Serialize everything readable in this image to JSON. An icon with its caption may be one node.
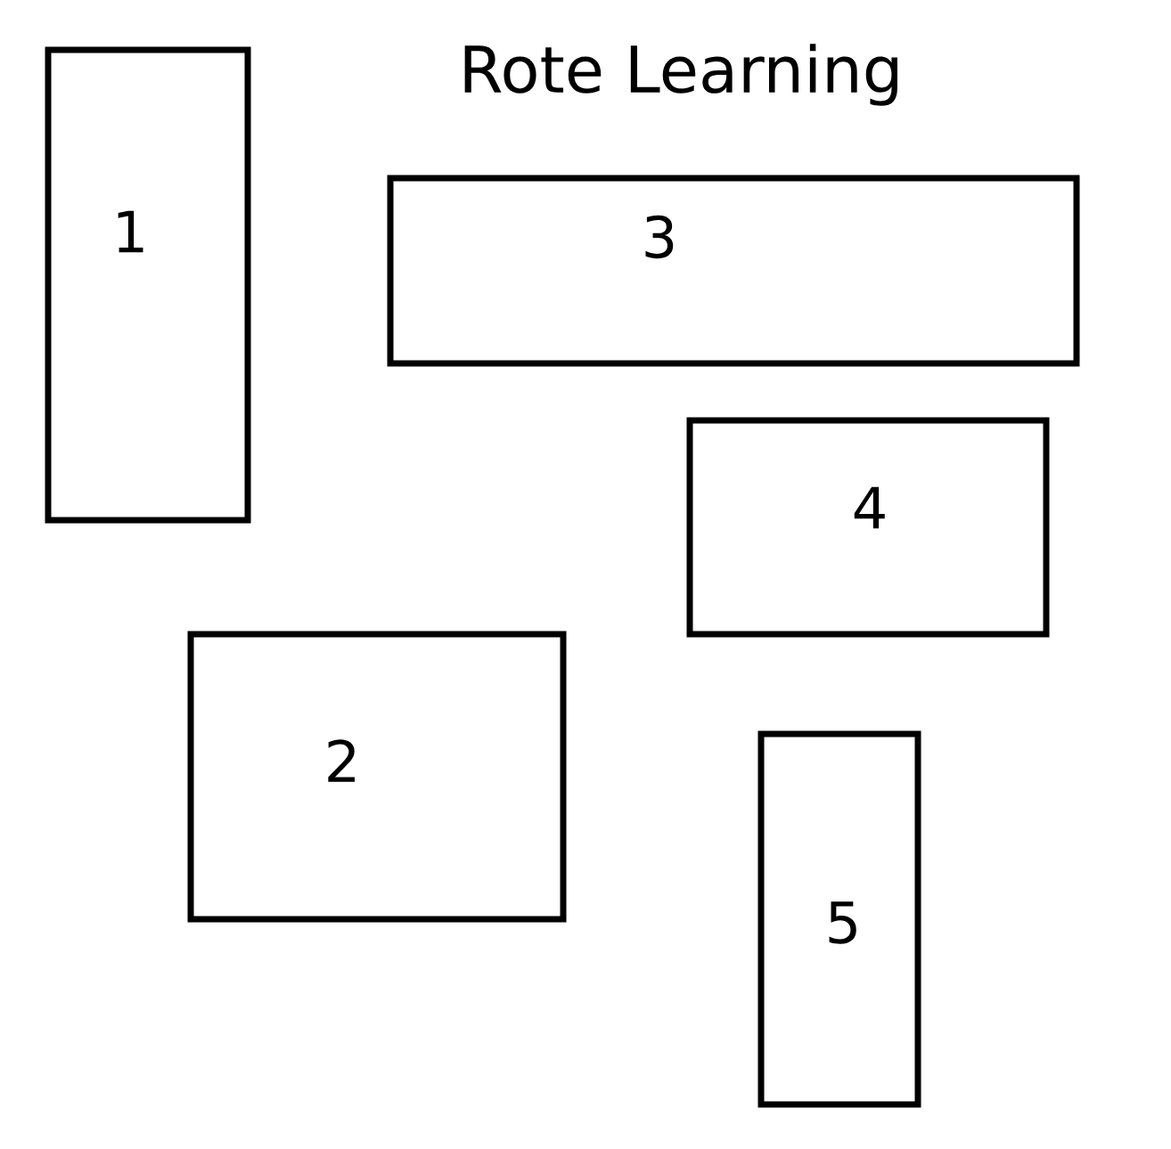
{
  "diagram": {
    "title": "Rote Learning",
    "nodes": [
      {
        "text": [
          "1"
        ]
      },
      {
        "text": [
          "3"
        ]
      },
      {
        "text": [
          "4"
        ]
      },
      {
        "text": [
          "2"
        ]
      },
      {
        "text": [
          "5"
        ]
      }
    ]
  }
}
